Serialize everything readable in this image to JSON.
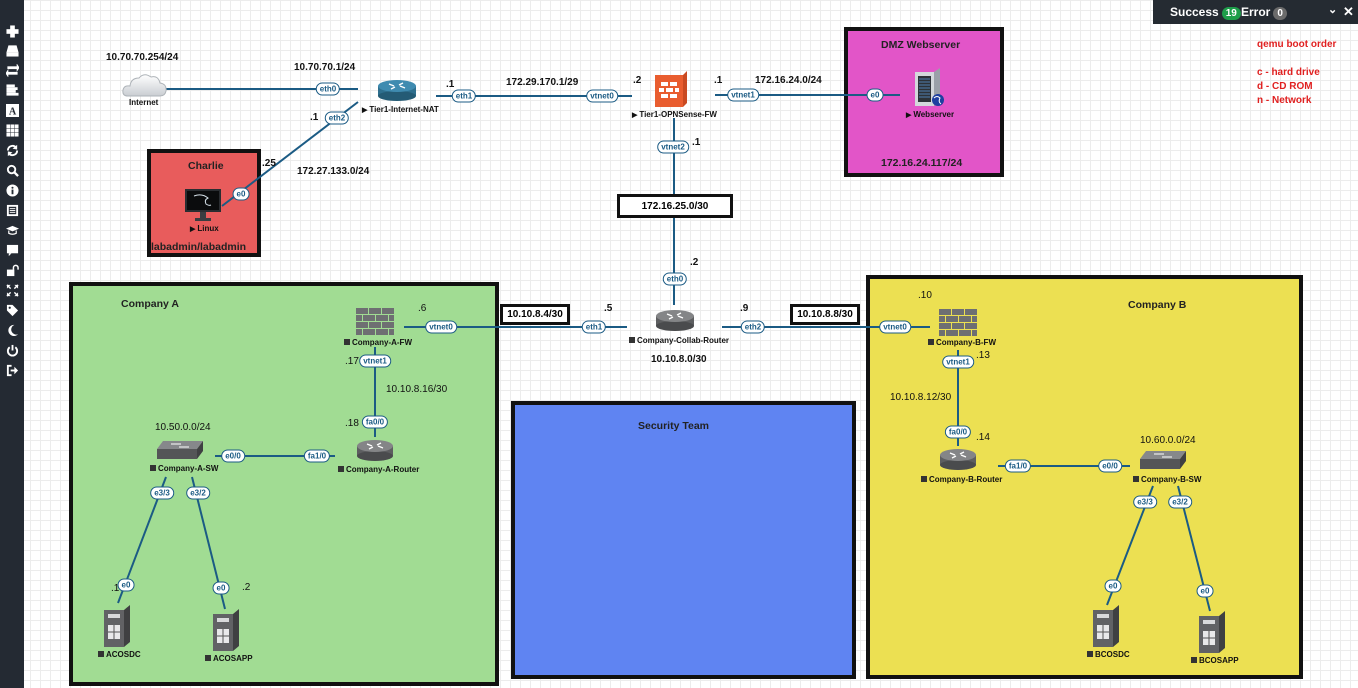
{
  "sidebar": {
    "icons": [
      {
        "name": "add-object-icon"
      },
      {
        "name": "nodes-icon"
      },
      {
        "name": "networks-icon"
      },
      {
        "name": "startup-configs-icon"
      },
      {
        "name": "text-object-icon"
      },
      {
        "name": "grid-icon"
      },
      {
        "name": "refresh-icon"
      },
      {
        "name": "zoom-icon"
      },
      {
        "name": "status-icon"
      },
      {
        "name": "lab-details-icon"
      },
      {
        "name": "workbook-icon"
      },
      {
        "name": "chat-icon"
      },
      {
        "name": "lock-icon"
      },
      {
        "name": "fullscreen-icon"
      },
      {
        "name": "tag-icon"
      },
      {
        "name": "dark-mode-icon"
      },
      {
        "name": "power-icon"
      },
      {
        "name": "logout-icon"
      }
    ]
  },
  "notifications": {
    "success_label": "Success",
    "success_count": "19",
    "error_label": "Error",
    "error_count": "0",
    "success_color": "#1e9e4a",
    "error_color": "#6b6b6b"
  },
  "boot_note": {
    "title": "qemu boot order",
    "lines": [
      "c - hard drive",
      "d - CD ROM",
      "n - Network"
    ]
  },
  "groups": {
    "charlie": {
      "title": "Charlie",
      "footer": "labadmin/labadmin",
      "color": "#e85c5c"
    },
    "dmz": {
      "title": "DMZ Webserver",
      "footer": "172.16.24.117/24",
      "color": "#e255c8"
    },
    "company_a": {
      "title": "Company A",
      "color": "#a1dc93"
    },
    "company_b": {
      "title": "Company B",
      "color": "#ece052"
    },
    "security": {
      "title": "Security Team",
      "color": "#5f84f2"
    }
  },
  "nodes": {
    "internet": {
      "name": "Internet"
    },
    "nat": {
      "name": "Tier1-Internet-NAT",
      "state": "running"
    },
    "opnsense": {
      "name": "Tier1-OPNSense-FW",
      "state": "running"
    },
    "webserver": {
      "name": "Webserver",
      "state": "running"
    },
    "linux": {
      "name": "Linux",
      "state": "running"
    },
    "collab": {
      "name": "Company-Collab-Router",
      "state": "stopped"
    },
    "a_fw": {
      "name": "Company-A-FW",
      "state": "stopped"
    },
    "a_router": {
      "name": "Company-A-Router",
      "state": "stopped"
    },
    "a_sw": {
      "name": "Company-A-SW",
      "state": "stopped"
    },
    "acosdc": {
      "name": "ACOSDC",
      "state": "stopped"
    },
    "acosapp": {
      "name": "ACOSAPP",
      "state": "stopped"
    },
    "b_fw": {
      "name": "Company-B-FW",
      "state": "stopped"
    },
    "b_router": {
      "name": "Company-B-Router",
      "state": "stopped"
    },
    "b_sw": {
      "name": "Company-B-SW",
      "state": "stopped"
    },
    "bcosdc": {
      "name": "BCOSDC",
      "state": "stopped"
    },
    "bcosapp": {
      "name": "BCOSAPP",
      "state": "stopped"
    }
  },
  "ports": {
    "nat_eth0": "eth0",
    "nat_eth1": "eth1",
    "nat_eth2": "eth2",
    "opn_vtnet0": "vtnet0",
    "opn_vtnet1": "vtnet1",
    "opn_vtnet2": "vtnet2",
    "web_e0": "e0",
    "linux_e0": "e0",
    "collab_eth0": "eth0",
    "collab_eth1": "eth1",
    "collab_eth2": "eth2",
    "afw_vtnet0": "vtnet0",
    "afw_vtnet1": "vtnet1",
    "ar_fa00": "fa0/0",
    "ar_fa10": "fa1/0",
    "asw_e00": "e0/0",
    "asw_e33": "e3/3",
    "asw_e32": "e3/2",
    "acosdc_e0": "e0",
    "acosapp_e0": "e0",
    "bfw_vtnet0": "vtnet0",
    "bfw_vtnet1": "vtnet1",
    "br_fa00": "fa0/0",
    "br_fa10": "fa1/0",
    "bsw_e00": "e0/0",
    "bsw_e33": "e3/3",
    "bsw_e32": "e3/2",
    "bcosdc_e0": "e0",
    "bcosapp_e0": "e0"
  },
  "labels": {
    "internet_ip": "10.70.70.254/24",
    "nat_eth0_ip": "10.70.70.1/24",
    "nat_eth1_host": ".1",
    "net_172_29": "172.29.170.1/29",
    "opn_vtnet0_host": ".2",
    "opn_vtnet1_host": ".1",
    "net_172_16_24": "172.16.24.0/24",
    "opn_vtnet2_host": ".1",
    "nat_eth2_host": ".1",
    "linux_host": ".25",
    "net_172_27": "172.27.133.0/24",
    "collab_eth0_host": ".2",
    "collab_eth1_host": ".5",
    "collab_eth2_host": ".9",
    "collab_net": "10.10.8.0/30",
    "afw_vtnet0_host": ".6",
    "afw_vtnet1_host": ".17",
    "net_a_16": "10.10.8.16/30",
    "ar_fa00_host": ".18",
    "net_a_lan": "10.50.0.0/24",
    "acosdc_host": ".1",
    "acosapp_host": ".2",
    "bfw_vtnet0_host": ".10",
    "bfw_vtnet1_host": ".13",
    "net_b_12": "10.10.8.12/30",
    "br_fa00_host": ".14",
    "net_b_lan": "10.60.0.0/24"
  },
  "net_boxes": {
    "n_172_16_25": "172.16.25.0/30",
    "n_10_10_8_4": "10.10.8.4/30",
    "n_10_10_8_8": "10.10.8.8/30"
  }
}
